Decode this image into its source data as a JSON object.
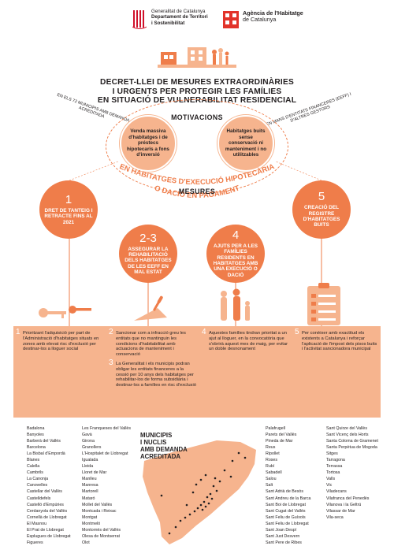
{
  "header": {
    "gen": {
      "line1": "Generalitat de Catalunya",
      "line2": "Departament de Territori",
      "line3": "i Sostenibilitat"
    },
    "ahc": {
      "line1": "Agència de l'Habitatge",
      "line2": "de Catalunya"
    }
  },
  "title": {
    "line1": "DECRET-LLEI DE MESURES EXTRAORDINÀRIES",
    "line2": "I URGENTS PER PROTEGIR LES FAMÍLIES",
    "line3": "EN SITUACIÓ DE VULNERABILITAT RESIDENCIAL"
  },
  "side_labels": {
    "left": "EN ELS 72 MUNICIPIS AMB DEMANDA ACREDITADA",
    "right": "EN MANS D'ENTITATS FINANCERES (EEFF) I D'ALTRES GESTORS"
  },
  "motivacions": {
    "title": "MOTIVACIONS",
    "left": "Venda massiva d'habitatges i de préstecs hipotecaris a fons d'inversió",
    "right": "Habitatges buits sense conservació ni manteniment i no utilitzables"
  },
  "arc_text": {
    "line1": "EN HABITATGES D'EXECUCIÓ HIPOTECÀRIA",
    "line2": "O DACIÓ EN PAGAMENT"
  },
  "mesures": {
    "title": "MESURES",
    "items": [
      {
        "num": "1",
        "text": "DRET DE TANTEIG I RETRACTE FINS AL 2021"
      },
      {
        "num": "2-3",
        "text": "ASSEGURAR LA REHABILITACIÓ DELS HABITATGES DE LES EEFF EN MAL ESTAT"
      },
      {
        "num": "4",
        "text": "AJUTS PER A LES FAMÍLIES RESIDENTS EN HABITATGES AMB UNA EXECUCIÓ O DACIÓ"
      },
      {
        "num": "5",
        "text": "CREACIÓ DEL REGISTRE D'HABITATGES BUITS"
      }
    ]
  },
  "details": {
    "c1": {
      "num": "1",
      "text": "Prioritzant l'adquisició per part de l'Administració d'habitatges situats en zones amb elevat risc d'exclusió per destinar-los a lloguer social"
    },
    "c2a": {
      "num": "2",
      "text": "Sancionar com a infracció greu les entitats que no mantinguin les condicions d'habitabilitat amb actuacions de manteniment i conservació"
    },
    "c2b": {
      "num": "3",
      "text": "La Generalitat i els municipis podran obligar les entitats financeres a la cessió per 10 anys dels habitatges per rehabilitar-los de forma subsidiària i destinar-los a famílies en risc d'exclusió"
    },
    "c3": {
      "num": "4",
      "text": "Aquestes famílies tindran prioritat a un ajut al lloguer, en la convocatòria que s'obrirà aquest mes de maig, per evitar un doble desnonament"
    },
    "c4": {
      "num": "5",
      "text": "Per conèixer amb exactitud els existents a Catalunya i reforçar l'aplicació de l'impost dels pisos buits i l'activitat sancionadora municipal"
    }
  },
  "map_title": {
    "line1": "MUNICIPIS",
    "line2": "I NUCLIS",
    "line3": "AMB DEMANDA",
    "line4": "ACREDITADA"
  },
  "municipis": {
    "col1": [
      "Badalona",
      "Banyoles",
      "Barberà del Vallès",
      "Barcelona",
      "La Bisbal d'Empordà",
      "Blanes",
      "Calella",
      "Cambrils",
      "La Canonja",
      "Canovelles",
      "Castellar del Vallès",
      "Castelldefels",
      "Castelló d'Empúries",
      "Cerdanyola del Vallès",
      "Cornellà de Llobregat",
      "El Masnou",
      "El Prat de Llobregat",
      "Esplugues de Llobregat",
      "Figueres"
    ],
    "col2": [
      "Les Franqueses del Vallès",
      "Gavà",
      "Girona",
      "Granollers",
      "L'Hospitalet de Llobregat",
      "Igualada",
      "Lleida",
      "Lloret de Mar",
      "Manlleu",
      "Manresa",
      "Martorell",
      "Mataró",
      "Mollet del Vallès",
      "Montcada i Reixac",
      "Montgat",
      "Montmeló",
      "Montornès del Vallès",
      "Olesa de Montserrat",
      "Olot"
    ],
    "col3": [
      "Palafrugell",
      "Parets del Vallès",
      "Pineda de Mar",
      "Reus",
      "Ripollet",
      "Roses",
      "Rubí",
      "Sabadell",
      "Salou",
      "Salt",
      "Sant Adrià de Besòs",
      "Sant Andreu de la Barca",
      "Sant Boi de Llobregat",
      "Sant Cugat del Vallès",
      "Sant Feliu de Guíxols",
      "Sant Feliu de Llobregat",
      "Sant Joan Despí",
      "Sant Just Desvern",
      "Sant Pere de Ribes"
    ],
    "col4": [
      "Sant Quirze del Vallès",
      "Sant Vicenç dels Horts",
      "Santa Coloma de Gramenet",
      "Santa Perpètua de Mogoda",
      "Sitges",
      "Tarragona",
      "Terrassa",
      "Tortosa",
      "Valls",
      "Vic",
      "Viladecans",
      "Vilafranca del Penedès",
      "Vilanova i la Geltrú",
      "Vilassar de Mar",
      "Vila-seca"
    ]
  },
  "colors": {
    "accent": "#ef7d4a",
    "light": "#f6b48e",
    "gen_red": "#d0112b"
  }
}
